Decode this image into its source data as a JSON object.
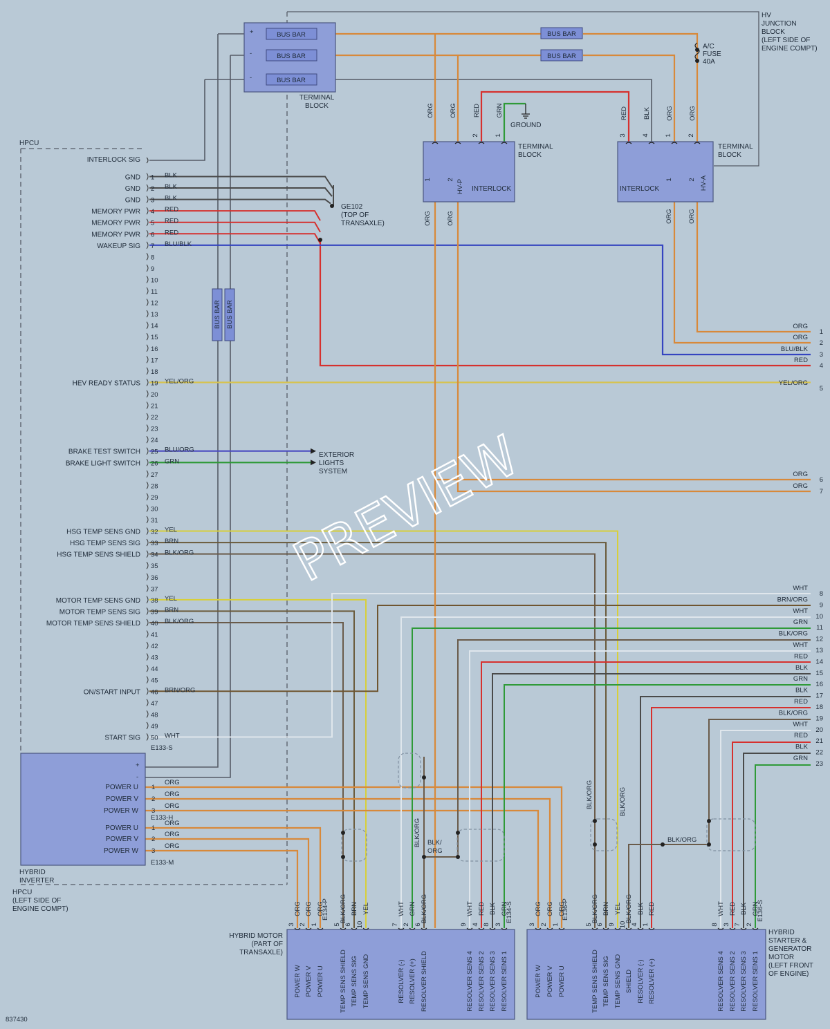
{
  "colors": {
    "ORG": "#d8893a",
    "RED": "#d6302e",
    "BLK": "#4a4a4a",
    "GRN": "#2f9a38",
    "BLU": "#3a3ac8",
    "YEL": "#d8cf3a",
    "BRN": "#6a5a3a",
    "WHT": "#dfe6ec",
    "BLKORG": "#6a5b4a",
    "BRNORG": "#6f5530",
    "YELORG": "#d6c352",
    "BLUBLK": "#3444c0",
    "BLUORG": "#4a4ac0",
    "frame": "#555b66"
  },
  "hv_junction": {
    "lines": [
      "HV",
      "JUNCTION",
      "BLOCK",
      "(LEFT SIDE OF",
      "ENGINE COMPT)"
    ]
  },
  "fuse": {
    "lines": [
      "A/C",
      "FUSE",
      "40A"
    ]
  },
  "terminal_block_top": {
    "bus_bars": [
      "BUS BAR",
      "BUS BAR",
      "BUS BAR"
    ],
    "lines": [
      "TERMINAL",
      "BLOCK"
    ]
  },
  "bus_bars_right": [
    "BUS BAR",
    "BUS BAR"
  ],
  "bus_bars_vertical": [
    "BUS BAR",
    "BUS BAR"
  ],
  "hpcu_label": "HPCU",
  "hpcu_bottom": {
    "lines": [
      "HPCU",
      "(LEFT SIDE OF",
      "ENGINE COMPT)"
    ]
  },
  "interlock_sig": "INTERLOCK SIG",
  "ground_label": "GROUND",
  "ge102": {
    "lines": [
      "GE102",
      "(TOP OF",
      "TRANSAXLE)"
    ]
  },
  "exterior_lights": {
    "lines": [
      "EXTERIOR",
      "LIGHTS",
      "SYSTEM"
    ]
  },
  "tb1": {
    "lines": [
      "TERMINAL",
      "BLOCK"
    ],
    "interlock": "INTERLOCK",
    "conn": "HV-P",
    "top_wires": [
      {
        "c": "ORG",
        "p": ""
      },
      {
        "c": "ORG",
        "p": ""
      },
      {
        "c": "RED",
        "p": "2"
      },
      {
        "c": "GRN",
        "p": "1"
      }
    ],
    "bottom_pins": [
      "1",
      "2"
    ],
    "bottom_wires": [
      "ORG",
      "ORG"
    ]
  },
  "tb2": {
    "lines": [
      "TERMINAL",
      "BLOCK"
    ],
    "interlock": "INTERLOCK",
    "conn": "HV-A",
    "top_wires": [
      {
        "c": "RED",
        "p": "3"
      },
      {
        "c": "BLK",
        "p": "4"
      },
      {
        "c": "ORG",
        "p": "1"
      },
      {
        "c": "ORG",
        "p": "2"
      }
    ],
    "bottom_pins": [
      "1",
      "2"
    ],
    "bottom_wires": [
      "ORG",
      "ORG"
    ]
  },
  "left_labels": [
    {
      "pin": "1",
      "name": "GND",
      "wire": "BLK"
    },
    {
      "pin": "2",
      "name": "GND",
      "wire": "BLK"
    },
    {
      "pin": "3",
      "name": "GND",
      "wire": "BLK"
    },
    {
      "pin": "4",
      "name": "MEMORY PWR",
      "wire": "RED"
    },
    {
      "pin": "5",
      "name": "MEMORY PWR",
      "wire": "RED"
    },
    {
      "pin": "6",
      "name": "MEMORY PWR",
      "wire": "RED"
    },
    {
      "pin": "7",
      "name": "WAKEUP SIG",
      "wire": "BLU/BLK"
    },
    {
      "pin": "19",
      "name": "HEV READY STATUS",
      "wire": "YEL/ORG"
    },
    {
      "pin": "25",
      "name": "BRAKE TEST SWITCH",
      "wire": "BLU/ORG"
    },
    {
      "pin": "26",
      "name": "BRAKE LIGHT SWITCH",
      "wire": "GRN"
    },
    {
      "pin": "32",
      "name": "HSG TEMP SENS GND",
      "wire": "YEL"
    },
    {
      "pin": "33",
      "name": "HSG TEMP SENS SIG",
      "wire": "BRN"
    },
    {
      "pin": "34",
      "name": "HSG TEMP SENS SHIELD",
      "wire": "BLK/ORG"
    },
    {
      "pin": "38",
      "name": "MOTOR TEMP SENS GND",
      "wire": "YEL"
    },
    {
      "pin": "39",
      "name": "MOTOR TEMP SENS SIG",
      "wire": "BRN"
    },
    {
      "pin": "40",
      "name": "MOTOR TEMP SENS SHIELD",
      "wire": "BLK/ORG"
    },
    {
      "pin": "46",
      "name": "ON/START INPUT",
      "wire": "BRN/ORG"
    },
    {
      "pin": "50",
      "name": "START SIG",
      "wire": "WHT"
    }
  ],
  "pin_numbers": [
    "1",
    "2",
    "3",
    "4",
    "5",
    "6",
    "7",
    "8",
    "9",
    "10",
    "11",
    "12",
    "13",
    "14",
    "15",
    "16",
    "17",
    "18",
    "19",
    "20",
    "21",
    "22",
    "23",
    "24",
    "25",
    "26",
    "27",
    "28",
    "29",
    "30",
    "31",
    "32",
    "33",
    "34",
    "35",
    "36",
    "37",
    "38",
    "39",
    "40",
    "41",
    "42",
    "43",
    "44",
    "45",
    "46",
    "47",
    "48",
    "49",
    "50"
  ],
  "conn_e133s": "E133-S",
  "inverter": {
    "lines": [
      "HYBRID",
      "INVERTER"
    ],
    "plus": "+",
    "minus": "-",
    "h_rows": [
      {
        "pin": "1",
        "name": "POWER U",
        "wire": "ORG"
      },
      {
        "pin": "2",
        "name": "POWER V",
        "wire": "ORG"
      },
      {
        "pin": "3",
        "name": "POWER W",
        "wire": "ORG"
      }
    ],
    "h_conn": "E133-H",
    "m_rows": [
      {
        "pin": "1",
        "name": "POWER U",
        "wire": "ORG"
      },
      {
        "pin": "2",
        "name": "POWER V",
        "wire": "ORG"
      },
      {
        "pin": "3",
        "name": "POWER W",
        "wire": "ORG"
      }
    ],
    "m_conn": "E133-M"
  },
  "right_rows": [
    {
      "n": "1",
      "w": "ORG"
    },
    {
      "n": "2",
      "w": "ORG"
    },
    {
      "n": "3",
      "w": "BLU/BLK"
    },
    {
      "n": "4",
      "w": "RED"
    },
    {
      "n": "5",
      "w": "YEL/ORG"
    },
    {
      "n": "6",
      "w": "ORG"
    },
    {
      "n": "7",
      "w": "ORG"
    },
    {
      "n": "8",
      "w": "WHT"
    },
    {
      "n": "9",
      "w": "BRN/ORG"
    },
    {
      "n": "10",
      "w": "WHT"
    },
    {
      "n": "11",
      "w": "GRN"
    },
    {
      "n": "12",
      "w": "BLK/ORG"
    },
    {
      "n": "13",
      "w": "WHT"
    },
    {
      "n": "14",
      "w": "RED"
    },
    {
      "n": "15",
      "w": "BLK"
    },
    {
      "n": "16",
      "w": "GRN"
    },
    {
      "n": "17",
      "w": "BLK"
    },
    {
      "n": "18",
      "w": "RED"
    },
    {
      "n": "19",
      "w": "BLK/ORG"
    },
    {
      "n": "20",
      "w": "WHT"
    },
    {
      "n": "21",
      "w": "RED"
    },
    {
      "n": "22",
      "w": "BLK"
    },
    {
      "n": "23",
      "w": "GRN"
    }
  ],
  "hybrid_motor": {
    "lines": [
      "HYBRID MOTOR",
      "(PART OF",
      "TRANSAXLE)"
    ],
    "conn": "E134-P",
    "conn2": "E134-S",
    "pins": [
      {
        "pin": "3",
        "wire": "ORG",
        "fn": "POWER W"
      },
      {
        "pin": "2",
        "wire": "ORG",
        "fn": "POWER V"
      },
      {
        "pin": "1",
        "wire": "ORG",
        "fn": "POWER U"
      },
      {
        "pin": "5",
        "wire": "BLK/ORG",
        "fn": "TEMP SENS SHIELD"
      },
      {
        "pin": "6",
        "wire": "BRN",
        "fn": "TEMP SENS SIG"
      },
      {
        "pin": "10",
        "wire": "YEL",
        "fn": "TEMP SENS GND"
      },
      {
        "pin": "7",
        "wire": "WHT",
        "fn": "RESOLVER (-)"
      },
      {
        "pin": "2",
        "wire": "GRN",
        "fn": "RESOLVER (+)"
      },
      {
        "pin": "6",
        "wire": "BLK/ORG",
        "fn": "RESOLVER SHIELD"
      },
      {
        "pin": "9",
        "wire": "WHT",
        "fn": "RESOLVER SENS 4"
      },
      {
        "pin": "4",
        "wire": "RED",
        "fn": "RESOLVER SENS 2"
      },
      {
        "pin": "8",
        "wire": "BLK",
        "fn": "RESOLVER SENS 3"
      },
      {
        "pin": "3",
        "wire": "GRN",
        "fn": "RESOLVER SENS 1"
      }
    ]
  },
  "hsg": {
    "lines": [
      "HYBRID",
      "STARTER &",
      "GENERATOR",
      "MOTOR",
      "(LEFT FRONT",
      "OF ENGINE)"
    ],
    "conn": "E136-P",
    "conn2": "E136-S",
    "pins": [
      {
        "pin": "3",
        "wire": "ORG",
        "fn": "POWER W"
      },
      {
        "pin": "2",
        "wire": "ORG",
        "fn": "POWER V"
      },
      {
        "pin": "1",
        "wire": "ORG",
        "fn": "POWER U"
      },
      {
        "pin": "5",
        "wire": "BLK/ORG",
        "fn": "TEMP SENS SHIELD"
      },
      {
        "pin": "6",
        "wire": "BRN",
        "fn": "TEMP SENS SIG"
      },
      {
        "pin": "9",
        "wire": "YEL",
        "fn": "TEMP SENS GND"
      },
      {
        "pin": "10",
        "wire": "BLK/ORG",
        "fn": "SHIELD"
      },
      {
        "pin": "4",
        "wire": "BLK",
        "fn": "RESOLVER (-)"
      },
      {
        "pin": "1",
        "wire": "RED",
        "fn": "RESOLVER (+)"
      },
      {
        "pin": "8",
        "wire": "WHT",
        "fn": "RESOLVER SENS 4"
      },
      {
        "pin": "3",
        "wire": "RED",
        "fn": "RESOLVER SENS 2"
      },
      {
        "pin": "7",
        "wire": "BLK",
        "fn": "RESOLVER SENS 3"
      },
      {
        "pin": "2",
        "wire": "GRN",
        "fn": "RESOLVER SENS 1"
      }
    ]
  },
  "shield_labels": [
    "BLK/ORG",
    "BLK/ORG",
    "BLK/ORG",
    "BLK/ORG"
  ],
  "shield_label_mid": [
    "BLK/",
    "ORG"
  ],
  "doc_number": "837430",
  "watermark": "PREVIEW"
}
